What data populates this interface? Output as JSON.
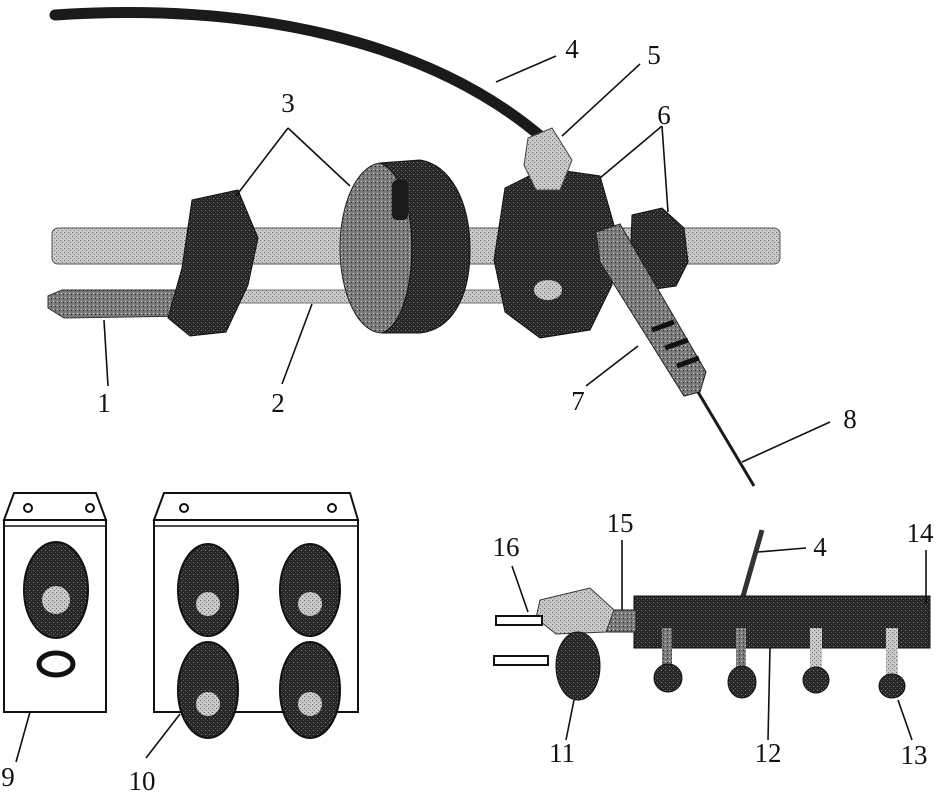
{
  "labels": {
    "l1": "1",
    "l2": "2",
    "l3": "3",
    "l4a": "4",
    "l4b": "4",
    "l5": "5",
    "l6": "6",
    "l7": "7",
    "l8": "8",
    "l9": "9",
    "l10": "10",
    "l11": "11",
    "l12": "12",
    "l13": "13",
    "l14": "14",
    "l15": "15",
    "l16": "16"
  },
  "colors": {
    "ink": "#111111",
    "dark": "#1c1c1c",
    "mid": "#5a5a5a",
    "light": "#b8b8b8",
    "paper": "#ffffff"
  }
}
